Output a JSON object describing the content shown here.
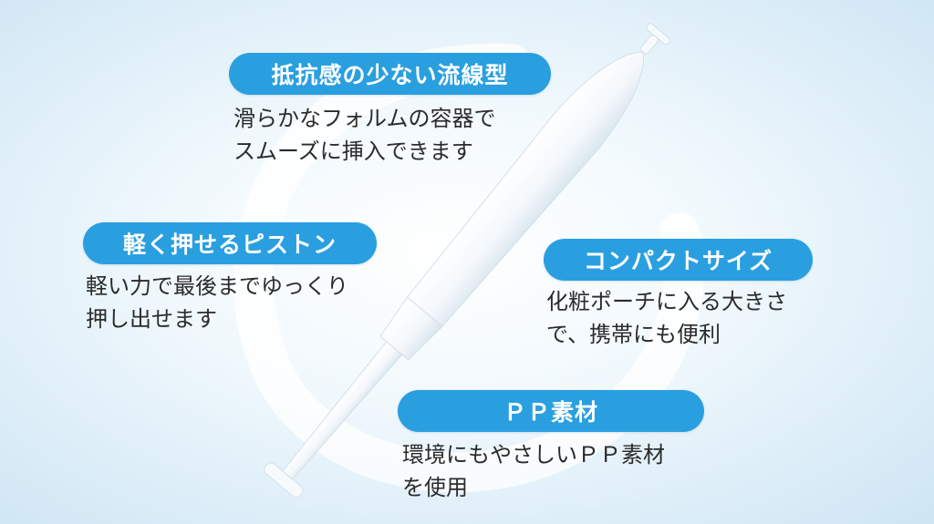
{
  "features": [
    {
      "title": "抵抗感の少ない流線型",
      "lines": [
        "滑らかなフォルムの容器で",
        "スムーズに挿入できます"
      ]
    },
    {
      "title": "軽く押せるピストン",
      "lines": [
        "軽い力で最後までゆっくり",
        "押し出せます"
      ]
    },
    {
      "title": "コンパクトサイズ",
      "lines": [
        "化粧ポーチに入る大きさ",
        "で、携帯にも便利"
      ]
    },
    {
      "title": "ＰＰ素材",
      "lines": [
        "環境にもやさしいＰＰ素材",
        "を使用"
      ]
    }
  ],
  "colors": {
    "badge": "#2a9fe0",
    "text": "#2b2b2b",
    "swirl": "#ffffff"
  }
}
